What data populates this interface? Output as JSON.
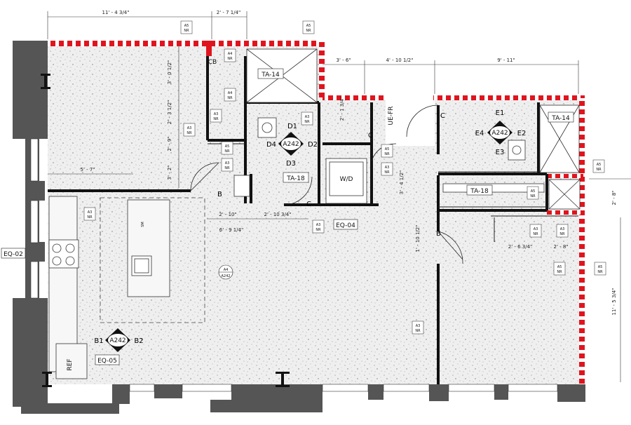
{
  "dimensions": {
    "d1": "11' - 4 3/4\"",
    "d2": "2' - 7 1/4\"",
    "d3": "3' - 6\"",
    "d4": "4' - 10 1/2\"",
    "d5": "9' - 11\"",
    "d6": "3' - 0 1/2\"",
    "d7": "2' - 3 1/2\"",
    "d8": "2' - 9\"",
    "d9": "3' - 2\"",
    "d10": "5' - 7\"",
    "d11": "2' - 10\"",
    "d12": "2' - 10 3/4\"",
    "d13": "6' - 9 1/4\"",
    "d14": "2' - 1 3/4\"",
    "d15": "3' - 4 1/2\"",
    "d16": "1' - 10 1/2\"",
    "d17": "2' - 6 3/4\"",
    "d18": "2' - 8\"",
    "d19": "2' - 8\"",
    "d20": "11' - 5 3/4\""
  },
  "tags": {
    "ta14a": "TA-14",
    "ta14b": "TA-14",
    "ta18a": "TA-18",
    "ta18b": "TA-18",
    "wd": "W/D",
    "ref": "REF",
    "cb": "CB",
    "ue_fr": "UE-FR",
    "eq02": "EQ-02",
    "eq04": "EQ-04",
    "eq05": "EQ-05",
    "island": "SM"
  },
  "elevations": {
    "sheet": "A242",
    "d1": "D1",
    "d2": "D2",
    "d3": "D3",
    "d4": "D4",
    "e1": "E1",
    "e2": "E2",
    "e3": "E3",
    "e4": "E4",
    "b1": "B1",
    "b2": "B2"
  },
  "letters": {
    "c": "C",
    "b": "B",
    "a4": "A4",
    "a3": "A3",
    "a5": "A5",
    "nr": "NR"
  },
  "colors": {
    "fill": "#eeeeee",
    "wall": "#111111",
    "column": "#555555",
    "demo": "#e0141e"
  }
}
